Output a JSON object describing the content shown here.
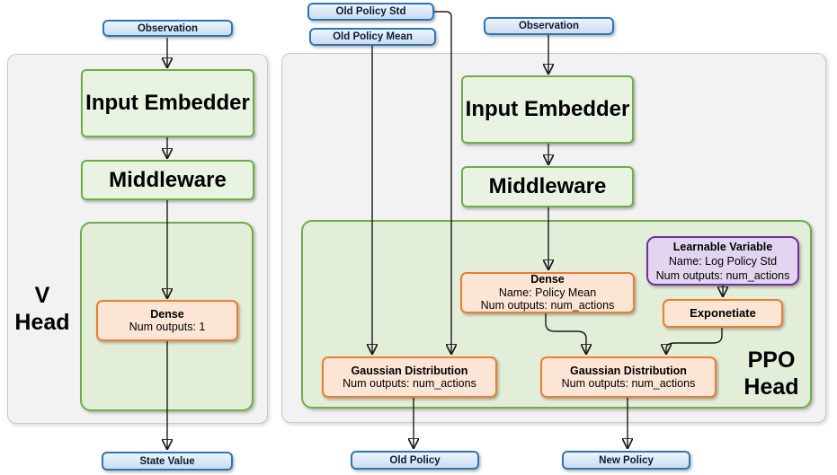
{
  "colors": {
    "blue_border": "#2E75B6",
    "green_border": "#70AD47",
    "green_fill": "#E9F3E1",
    "green_container_fill": "#E2EED7",
    "orange_border": "#ED7D31",
    "orange_fill": "#FCE5D5",
    "purple_border": "#7030A0",
    "purple_fill": "#E3D5F0",
    "panel_fill": "#F2F2F2",
    "panel_border": "#C9C9C9",
    "arrow": "#1A1A1A"
  },
  "sources": {
    "old_policy_std": "Old Policy Std",
    "old_policy_mean": "Old Policy Mean",
    "observation_v": "Observation",
    "observation_ppo": "Observation"
  },
  "v_head": {
    "label_line1": "V",
    "label_line2": "Head",
    "input_embedder": "Input Embedder",
    "middleware": "Middleware",
    "dense": {
      "title": "Dense",
      "outputs": "Num outputs: 1"
    },
    "output": "State Value"
  },
  "ppo_head": {
    "label_line1": "PPO",
    "label_line2": "Head",
    "input_embedder": "Input Embedder",
    "middleware": "Middleware",
    "dense": {
      "title": "Dense",
      "name": "Name: Policy Mean",
      "outputs": "Num outputs: num_actions"
    },
    "learnable_variable": {
      "title": "Learnable Variable",
      "name": "Name: Log Policy Std",
      "outputs": "Num outputs: num_actions"
    },
    "exponetiate": "Exponetiate",
    "gaussian_old": {
      "title": "Gaussian Distribution",
      "outputs": "Num outputs: num_actions"
    },
    "gaussian_new": {
      "title": "Gaussian Distribution",
      "outputs": "Num outputs: num_actions"
    },
    "output_old": "Old Policy",
    "output_new": "New Policy"
  }
}
